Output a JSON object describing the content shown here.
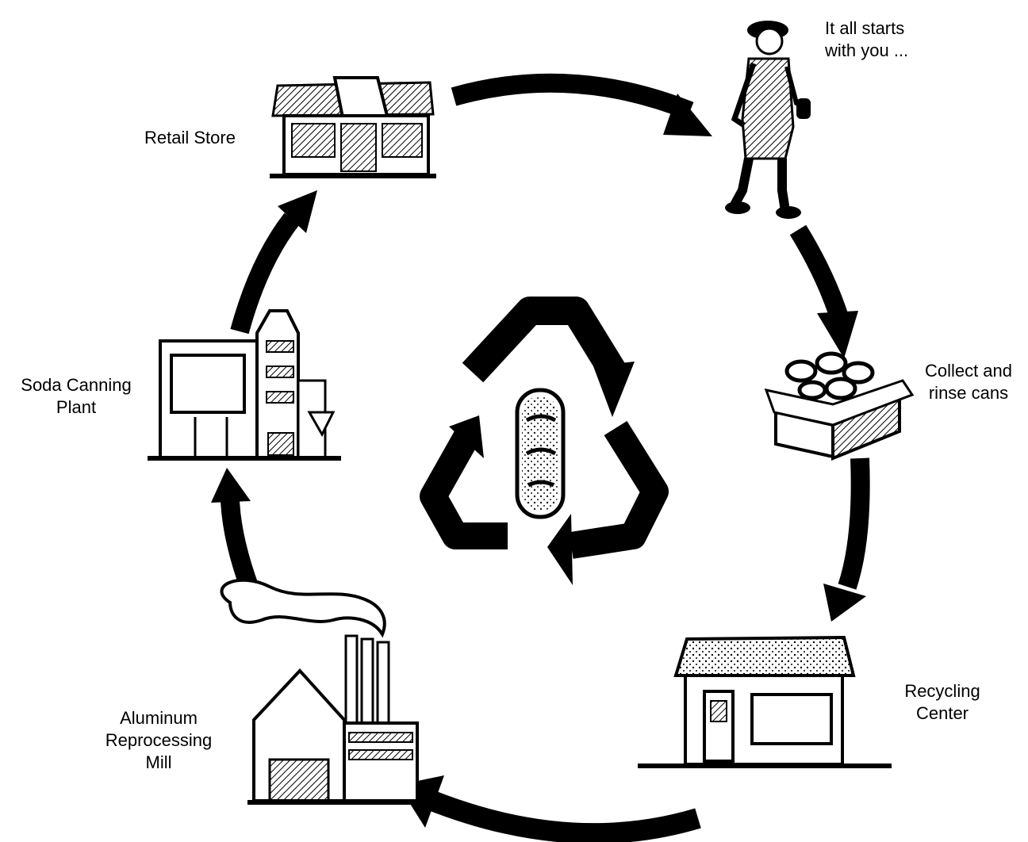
{
  "colors": {
    "ink": "#000000",
    "paper": "#ffffff"
  },
  "stages": {
    "you": {
      "icon": "person-walking-icon",
      "line1": "It all starts",
      "line2": "with you ..."
    },
    "collect": {
      "icon": "box-of-cans-icon",
      "line1": "Collect and",
      "line2": "rinse cans"
    },
    "recycling": {
      "icon": "recycling-center-building-icon",
      "line1": "Recycling",
      "line2": "Center"
    },
    "mill": {
      "icon": "factory-smokestack-icon",
      "line1": "Aluminum",
      "line2": "Reprocessing",
      "line3": "Mill"
    },
    "canning": {
      "icon": "canning-plant-icon",
      "line1": "Soda Canning",
      "line2": "Plant"
    },
    "retail": {
      "icon": "retail-store-icon",
      "line1": "Retail Store"
    }
  },
  "center": {
    "icon": "recycle-symbol-with-can-icon"
  }
}
